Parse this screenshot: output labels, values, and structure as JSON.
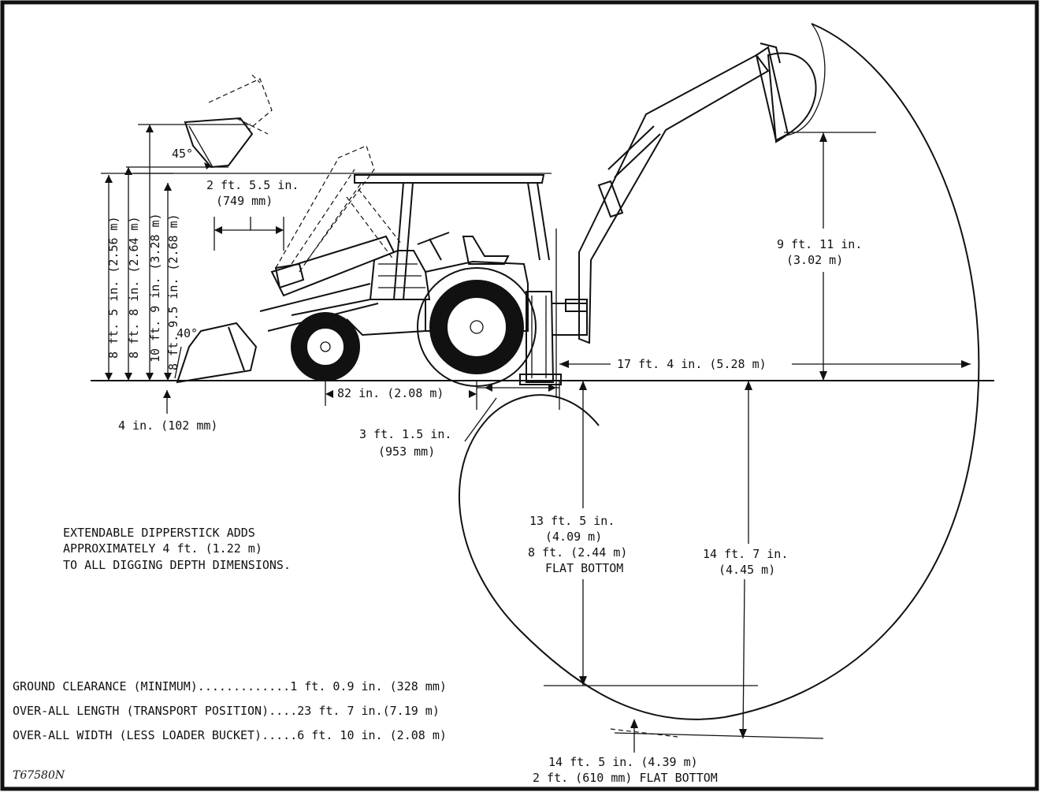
{
  "figure_id": "T67580N",
  "loader": {
    "bucket_angle_raised": "45°",
    "bucket_angle_ground": "40°",
    "bucket_dump_reach": "2 ft. 5.5 in.",
    "bucket_dump_reach_metric": "(749 mm)",
    "height_1": "8 ft. 5 in. (2.56 m)",
    "height_2": "8 ft. 8 in. (2.64 m)",
    "height_3": "10 ft. 9 in. (3.28 m)",
    "height_4": "8 ft. 9.5 in. (2.68 m)",
    "dig_below": "4 in. (102 mm)"
  },
  "machine": {
    "wheelbase": "82 in. (2.08 m)",
    "rear_axle_to_pivot": "3 ft. 1.5 in.",
    "rear_axle_to_pivot_metric": "(953 mm)"
  },
  "backhoe": {
    "reach_from_pivot": "17 ft. 4 in. (5.28 m)",
    "loading_height": "9 ft. 11 in.",
    "loading_height_metric": "(3.02 m)",
    "dig_depth_8ft_line1": "13 ft. 5 in.",
    "dig_depth_8ft_line2": "(4.09 m)",
    "dig_depth_8ft_line3": "8 ft. (2.44 m)",
    "dig_depth_8ft_line4": "FLAT BOTTOM",
    "max_dig_depth": "14 ft. 7 in.",
    "max_dig_depth_metric": "(4.45 m)",
    "dig_depth_2ft_line1": "14 ft. 5 in. (4.39 m)",
    "dig_depth_2ft_line2": "2 ft. (610 mm) FLAT BOTTOM"
  },
  "note": {
    "line1": "EXTENDABLE DIPPERSTICK ADDS",
    "line2": "APPROXIMATELY 4 ft. (1.22 m)",
    "line3": "TO ALL DIGGING DEPTH DIMENSIONS."
  },
  "specs": [
    "GROUND CLEARANCE (MINIMUM).............1 ft. 0.9 in. (328 mm)",
    "OVER-ALL LENGTH (TRANSPORT POSITION)....23 ft. 7 in.(7.19 m)",
    "OVER-ALL WIDTH (LESS LOADER BUCKET).....6 ft. 10 in. (2.08 m)"
  ]
}
